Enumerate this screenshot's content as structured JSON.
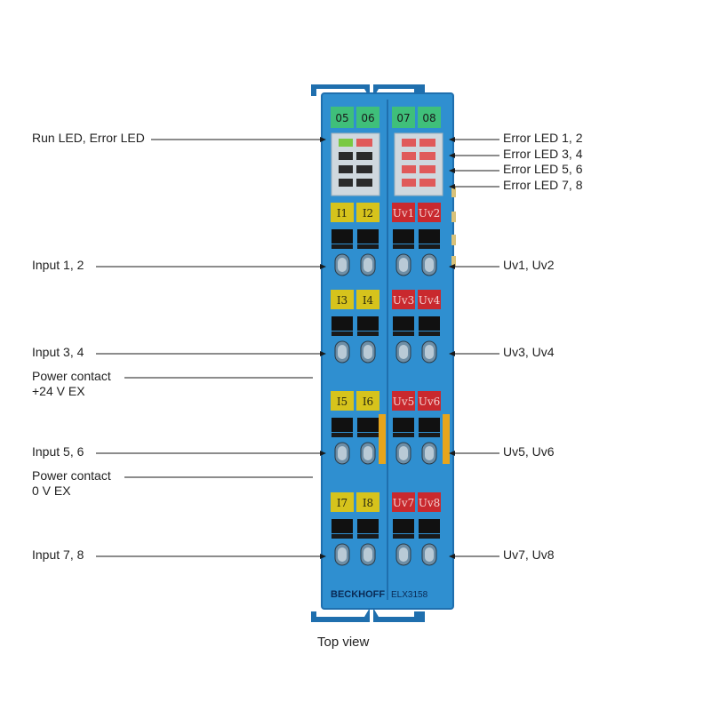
{
  "colors": {
    "housing": "#2f8fd0",
    "housing_dark": "#1f6fae",
    "frame": "#3aa4e8",
    "channel_green": "#3fbf7a",
    "input_yellow": "#d6c31c",
    "uv_red": "#c9292e",
    "power_orange": "#e7a51c",
    "leader": "#1a1a1a"
  },
  "module": {
    "channels_top": [
      "05",
      "06",
      "07",
      "08"
    ],
    "input_tags": [
      [
        "I1",
        "I2"
      ],
      [
        "I3",
        "I4"
      ],
      [
        "I5",
        "I6"
      ],
      [
        "I7",
        "I8"
      ]
    ],
    "uv_tags": [
      [
        "Uv1",
        "Uv2"
      ],
      [
        "Uv3",
        "Uv4"
      ],
      [
        "Uv5",
        "Uv6"
      ],
      [
        "Uv7",
        "Uv8"
      ]
    ],
    "brand": "BECKHOFF",
    "model": "ELX3158"
  },
  "labels_left": {
    "run_error_led": "Run LED, Error LED",
    "input_1_2": "Input 1, 2",
    "input_3_4": "Input 3, 4",
    "power_24": "Power contact\n+24 V EX",
    "input_5_6": "Input 5, 6",
    "power_0": "Power contact\n0 V EX",
    "input_7_8": "Input 7, 8"
  },
  "labels_right": {
    "err_1_2": "Error LED 1, 2",
    "err_3_4": "Error LED 3, 4",
    "err_5_6": "Error LED 5, 6",
    "err_7_8": "Error LED 7, 8",
    "uv_1_2": "Uv1, Uv2",
    "uv_3_4": "Uv3, Uv4",
    "uv_5_6": "Uv5, Uv6",
    "uv_7_8": "Uv7, Uv8"
  },
  "caption": "Top view"
}
